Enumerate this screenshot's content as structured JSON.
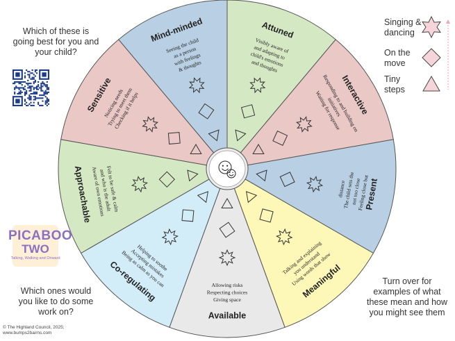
{
  "side_text": {
    "top_question": "Which of these is going best for you and your child?",
    "bottom_question": "Which ones would you like to do some work on?",
    "turn_over": "Turn over for examples of what these mean and how you might see them"
  },
  "footer": {
    "line1": "© The Highland Council, 2025;",
    "line2": "www.bumps2bairns.com"
  },
  "branding": {
    "line1": "PICABOO",
    "line2": "TWO",
    "tagline": "Talking, Walking and Onward"
  },
  "legend": [
    {
      "label_lines": [
        "Singing &",
        "dancing"
      ],
      "icon": "star-icon",
      "color": "#f5d5d9"
    },
    {
      "label_lines": [
        "On the",
        "move"
      ],
      "icon": "diamond-icon",
      "color": "#f5d5d9"
    },
    {
      "label_lines": [
        "Tiny",
        "steps"
      ],
      "icon": "triangle-icon",
      "color": "#f5d5d9"
    }
  ],
  "center_icon": "smiley-faces-icon",
  "segments": [
    {
      "key": "attuned",
      "title": "Attuned",
      "lines": [
        "Visibly aware of",
        "and adapting to",
        "child's emotions",
        "and thoughts"
      ],
      "color": "#d5e8c4"
    },
    {
      "key": "interactive",
      "title": "Interactive",
      "lines": [
        "Responding to and building on",
        "initiatives",
        "Waiting for response"
      ],
      "color": "#e9c8c6"
    },
    {
      "key": "present",
      "title": "Present",
      "lines": [
        "Feeling close but",
        "not too close",
        "The child sets the",
        "distance"
      ],
      "color": "#b9d0e4"
    },
    {
      "key": "meaningful",
      "title": "Meaningful",
      "lines": [
        "Using words that show",
        "you understand",
        "Talking and explaining"
      ],
      "color": "#fdf8b8"
    },
    {
      "key": "available",
      "title": "Available",
      "lines": [
        "Giving space",
        "Respecting choices",
        "Allowing risks"
      ],
      "color": "#e9e9e9"
    },
    {
      "key": "co-regulating",
      "title": "Co-regulating",
      "lines": [
        "Being as calm as you can",
        "Accepting mistakes",
        "Helping to soothe"
      ],
      "color": "#d3edf8"
    },
    {
      "key": "approachable",
      "title": "Approachable",
      "lines": [
        "Aware of own emotions",
        "and who is the adult",
        "Felt to be safe & calm"
      ],
      "color": "#d5e8c4"
    },
    {
      "key": "sensitive",
      "title": "Sensitive",
      "lines": [
        "Noticing needs",
        "Trying to meet them",
        "Checking if it helps"
      ],
      "color": "#e9c8c6"
    },
    {
      "key": "mind-minded",
      "title": "Mind-minded",
      "lines": [
        "Seeing the child",
        "as a person",
        "with feelings",
        "& thoughts"
      ],
      "color": "#b9d0e4"
    }
  ],
  "colors": {
    "wheel_stroke": "#555555",
    "icon_fill": "none",
    "text": "#222222"
  }
}
